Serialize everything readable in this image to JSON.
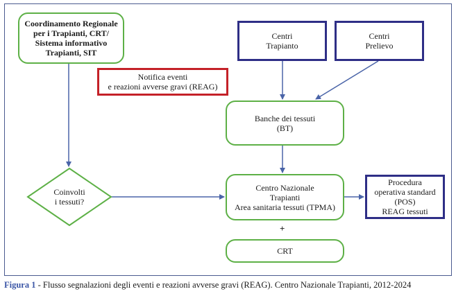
{
  "nodes": {
    "coordinamento": "Coordinamento Regionale\nper i Trapianti, CRT/\nSistema informativo\nTrapianti, SIT",
    "centri_trapianto": "Centri\nTrapianto",
    "centri_prelievo": "Centri\nPrelievo",
    "notifica": "Notifica eventi\ne reazioni avverse gravi (REAG)",
    "banche": "Banche dei tessuti\n(BT)",
    "coinvolti": "Coinvolti\ni tessuti?",
    "cnt": "Centro Nazionale\nTrapianti\nArea sanitaria tessuti (TPMA)",
    "procedura": "Procedura\noperativa standard\n(POS)\nREAG tessuti",
    "crt": "CRT"
  },
  "plus_sign": "+",
  "caption": {
    "figure_label": "Figura 1",
    "text": " - Flusso segnalazioni degli eventi e reazioni avverse gravi (REAG). Centro Nazionale Trapianti, 2012-2024"
  },
  "colors": {
    "green_border": "#5db046",
    "navy_border": "#2e2e86",
    "red_border": "#c42128",
    "arrow": "#4a64a8",
    "caption_label": "#3b56a6"
  }
}
